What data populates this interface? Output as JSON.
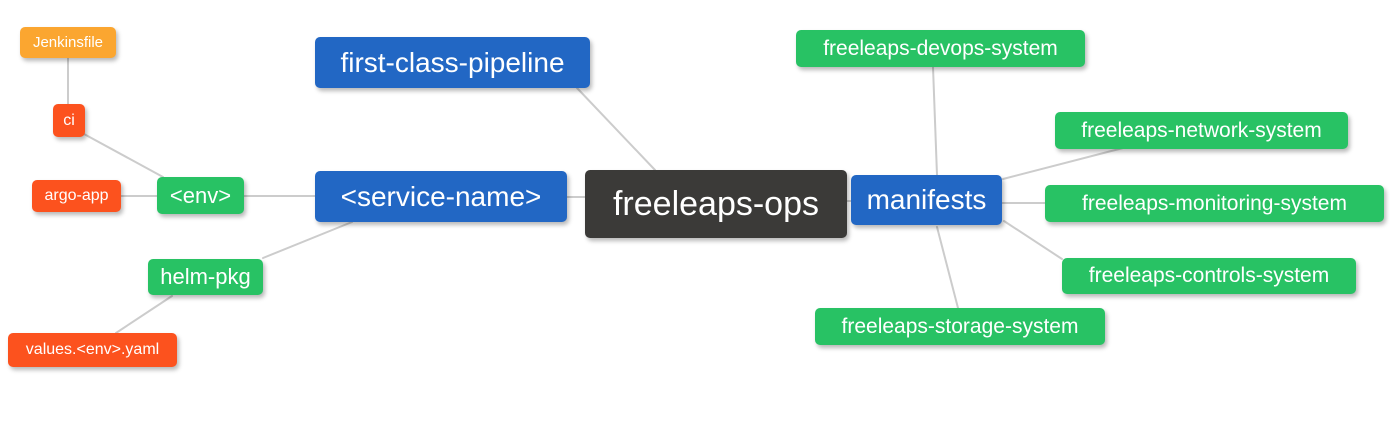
{
  "diagram": {
    "type": "mindmap",
    "root_label": "freeleaps-ops",
    "background_color": "#ffffff"
  },
  "palette": {
    "orange": "#fba630",
    "red": "#fc521e",
    "green": "#28c264",
    "blue": "#2267c4",
    "dark": "#3b3a38",
    "edge": "#cccccc",
    "node_text": "#ffffff"
  },
  "nodes": [
    {
      "id": "jenkinsfile",
      "label": "Jenkinsfile",
      "category": "orange"
    },
    {
      "id": "ci",
      "label": "ci",
      "category": "red"
    },
    {
      "id": "argo-app",
      "label": "argo-app",
      "category": "red"
    },
    {
      "id": "env",
      "label": "<env>",
      "category": "green"
    },
    {
      "id": "helm-pkg",
      "label": "helm-pkg",
      "category": "green"
    },
    {
      "id": "values-env-yaml",
      "label": "values.<env>.yaml",
      "category": "red"
    },
    {
      "id": "first-class-pipeline",
      "label": "first-class-pipeline",
      "category": "blue"
    },
    {
      "id": "service-name",
      "label": "<service-name>",
      "category": "blue"
    },
    {
      "id": "freeleaps-ops",
      "label": "freeleaps-ops",
      "category": "dark"
    },
    {
      "id": "manifests",
      "label": "manifests",
      "category": "blue"
    },
    {
      "id": "freeleaps-devops-system",
      "label": "freeleaps-devops-system",
      "category": "green"
    },
    {
      "id": "freeleaps-network-system",
      "label": "freeleaps-network-system",
      "category": "green"
    },
    {
      "id": "freeleaps-monitoring-system",
      "label": "freeleaps-monitoring-system",
      "category": "green"
    },
    {
      "id": "freeleaps-controls-system",
      "label": "freeleaps-controls-system",
      "category": "green"
    },
    {
      "id": "freeleaps-storage-system",
      "label": "freeleaps-storage-system",
      "category": "green"
    }
  ],
  "edges": [
    {
      "from": "jenkinsfile",
      "to": "ci"
    },
    {
      "from": "ci",
      "to": "env"
    },
    {
      "from": "argo-app",
      "to": "env"
    },
    {
      "from": "env",
      "to": "service-name"
    },
    {
      "from": "helm-pkg",
      "to": "service-name"
    },
    {
      "from": "values-env-yaml",
      "to": "helm-pkg"
    },
    {
      "from": "first-class-pipeline",
      "to": "freeleaps-ops"
    },
    {
      "from": "service-name",
      "to": "freeleaps-ops"
    },
    {
      "from": "freeleaps-ops",
      "to": "manifests"
    },
    {
      "from": "manifests",
      "to": "freeleaps-devops-system"
    },
    {
      "from": "manifests",
      "to": "freeleaps-network-system"
    },
    {
      "from": "manifests",
      "to": "freeleaps-monitoring-system"
    },
    {
      "from": "manifests",
      "to": "freeleaps-controls-system"
    },
    {
      "from": "manifests",
      "to": "freeleaps-storage-system"
    }
  ]
}
